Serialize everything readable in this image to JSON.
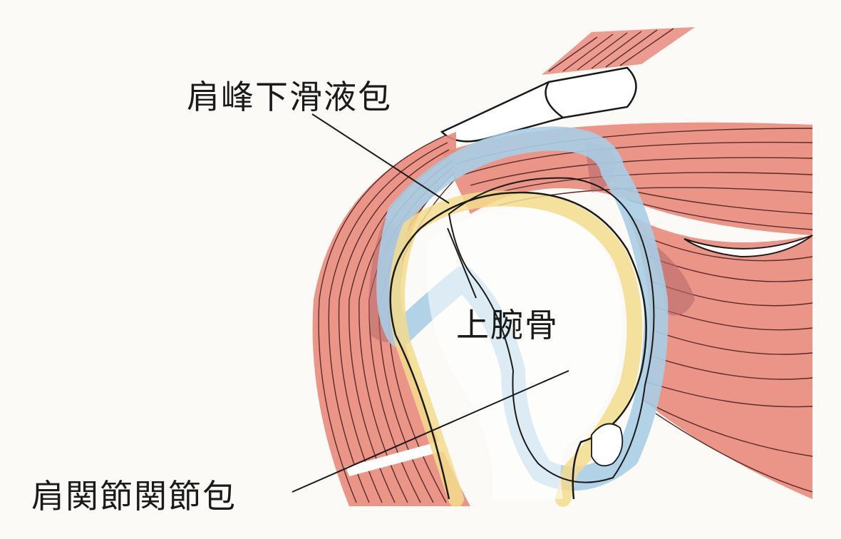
{
  "labels": {
    "bursa": "肩峰下滑液包",
    "humerus": "上腕骨",
    "capsule": "肩関節関節包"
  },
  "colors": {
    "background": "#fbfaf6",
    "muscle": "#e88a7c",
    "muscle_dark": "#b86a6a",
    "capsule_blue": "#a9cde6",
    "cartilage_yellow": "#f3dc8e",
    "outline": "#1a1a1a"
  }
}
